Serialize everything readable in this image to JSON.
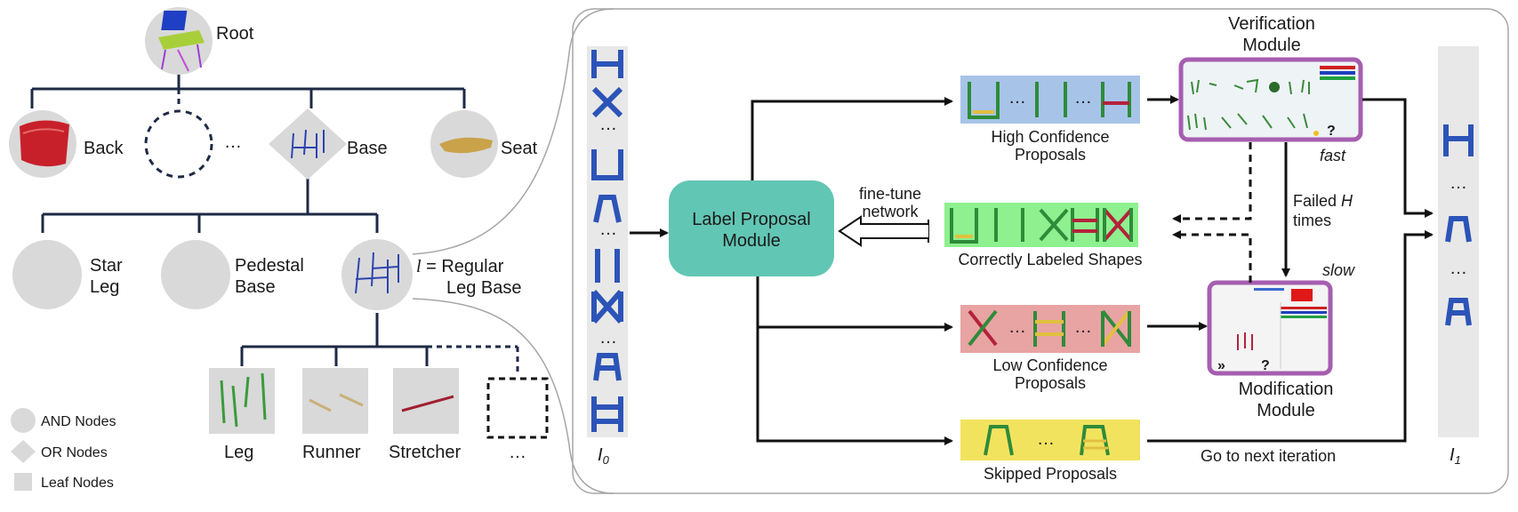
{
  "hierarchy": {
    "root_label": "Root",
    "back_label": "Back",
    "ellipsis": "…",
    "base_label": "Base",
    "seat_label": "Seat",
    "star_leg_line1": "Star",
    "star_leg_line2": "Leg",
    "pedestal_line1": "Pedestal",
    "pedestal_line2": "Base",
    "regular_var": "l",
    "regular_line1": " = Regular",
    "regular_line2": "Leg Base",
    "leaf_leg": "Leg",
    "leaf_runner": "Runner",
    "leaf_stretcher": "Stretcher",
    "leaf_ellipsis": "…"
  },
  "legend": {
    "and_nodes": "AND Nodes",
    "or_nodes": "OR Nodes",
    "leaf_nodes": "Leaf Nodes"
  },
  "pipeline": {
    "i0_label": "I",
    "i0_sub": "0",
    "i1_label": "I",
    "i1_sub": "1",
    "label_proposal_line1": "Label Proposal",
    "label_proposal_line2": "Module",
    "finetune_line1": "fine-tune",
    "finetune_line2": "network",
    "high_conf_line1": "High Confidence",
    "high_conf_line2": "Proposals",
    "correct_label": "Correctly Labeled Shapes",
    "low_conf_line1": "Low Confidence",
    "low_conf_line2": "Proposals",
    "skipped_label": "Skipped Proposals",
    "verification_line1": "Verification",
    "verification_line2": "Module",
    "modification_line1": "Modification",
    "modification_line2": "Module",
    "fast_label": "fast",
    "slow_label": "slow",
    "failed_line1": "Failed",
    "failed_var": "H",
    "failed_line2": "times",
    "next_iter": "Go to next iteration",
    "dots": "…",
    "ui_question": "?"
  },
  "colors": {
    "high_conf_bg": "#a7c4e8",
    "correct_bg": "#8ef08e",
    "low_conf_bg": "#e8a3a3",
    "skipped_bg": "#f2e35e",
    "label_module": "#62c6b4",
    "module_border": "#a65eb0",
    "node_gray": "#d9d9d9",
    "shape_blue": "#2c54b8",
    "shape_green": "#2e8b3a",
    "shape_red": "#b3223a"
  }
}
